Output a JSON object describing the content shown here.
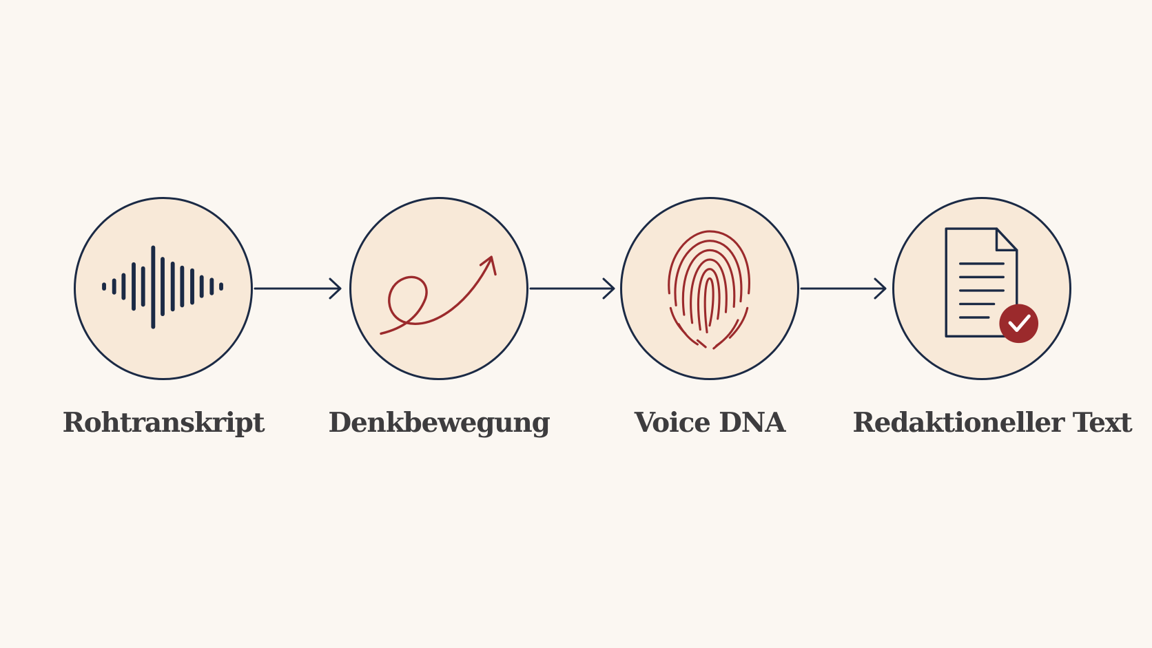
{
  "steps": [
    {
      "label": "Rohtranskript",
      "icon": "sound-wave-icon"
    },
    {
      "label": "Denkbewegung",
      "icon": "curved-arrow-icon"
    },
    {
      "label": "Voice DNA",
      "icon": "fingerprint-icon"
    },
    {
      "label": "Redaktioneller Text",
      "icon": "document-check-icon"
    }
  ],
  "colors": {
    "background": "#fbf7f2",
    "circle_fill": "#f8e9d8",
    "outline": "#1b2a45",
    "accent": "#9b2a2c",
    "label_text": "#3d3c3e"
  }
}
